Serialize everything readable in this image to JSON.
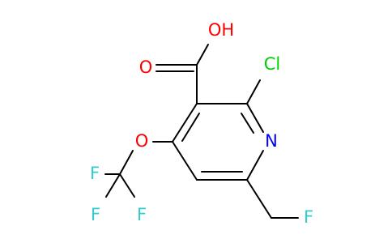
{
  "molecule": {
    "atoms": {
      "hydroxyl": {
        "text": "OH",
        "color": "#ff0000"
      },
      "carbonyl_oxygen": {
        "text": "O",
        "color": "#ff0000"
      },
      "chlorine": {
        "text": "Cl",
        "color": "#00cc00"
      },
      "ring_nitrogen": {
        "text": "N",
        "color": "#0000ff"
      },
      "ether_oxygen": {
        "text": "O",
        "color": "#ff0000"
      },
      "fluorine_top": {
        "text": "F",
        "color": "#33cccc"
      },
      "fluorine_left": {
        "text": "F",
        "color": "#33cccc"
      },
      "fluorine_bottom": {
        "text": "F",
        "color": "#33cccc"
      },
      "fluorine_methyl": {
        "text": "F",
        "color": "#33cccc"
      }
    },
    "bond_color": "#000000"
  }
}
